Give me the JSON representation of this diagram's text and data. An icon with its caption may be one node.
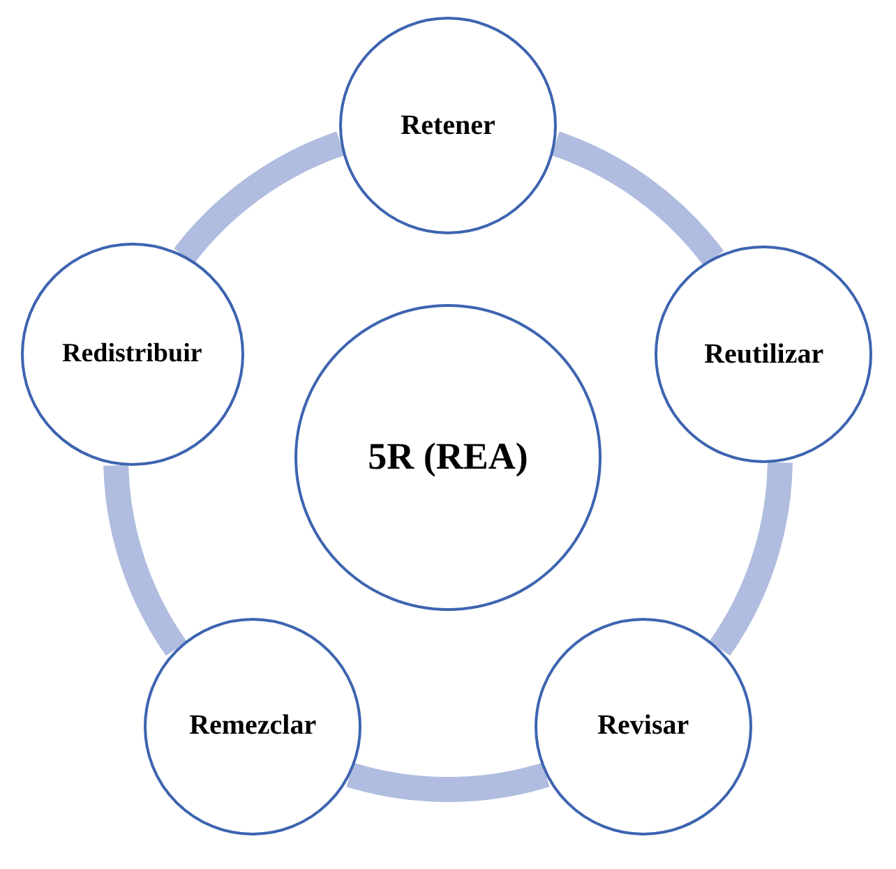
{
  "diagram": {
    "nodes": [
      {
        "text": [
          "Retener"
        ]
      },
      {
        "text": [
          "Reutilizar"
        ]
      },
      {
        "text": [
          "Revisar"
        ]
      },
      {
        "text": [
          "Remezclar"
        ]
      },
      {
        "text": [
          "Redistribuir"
        ]
      },
      {
        "text": [
          "5R (REA)"
        ]
      }
    ],
    "edges": [
      {
        "from": 0,
        "to": 1,
        "arrow": "none"
      },
      {
        "from": 1,
        "to": 2,
        "arrow": "none"
      },
      {
        "from": 2,
        "to": 3,
        "arrow": "none"
      },
      {
        "from": 3,
        "to": 4,
        "arrow": "none"
      },
      {
        "from": 4,
        "to": 0,
        "arrow": "none"
      }
    ]
  }
}
